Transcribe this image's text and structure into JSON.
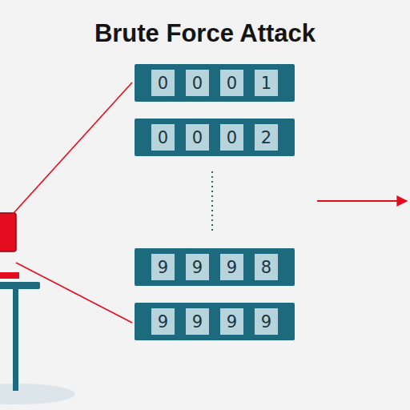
{
  "diagram": {
    "title": "Brute Force Attack",
    "nodes": [
      {
        "text": [
          "0",
          "0",
          "0",
          "1"
        ]
      },
      {
        "text": [
          "0",
          "0",
          "0",
          "2"
        ]
      },
      {
        "text": [
          "9",
          "9",
          "9",
          "8"
        ]
      },
      {
        "text": [
          "9",
          "9",
          "9",
          "9"
        ]
      }
    ]
  }
}
